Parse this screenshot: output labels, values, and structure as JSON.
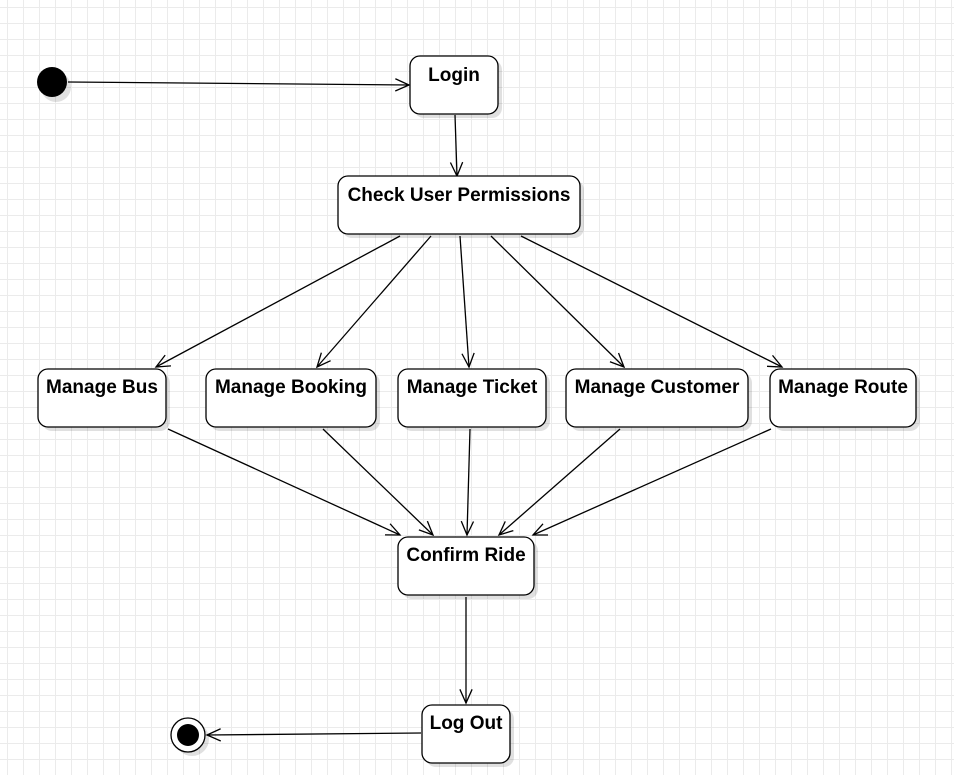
{
  "diagram": {
    "type": "uml-activity",
    "nodes": [
      {
        "id": "login",
        "label": "Login"
      },
      {
        "id": "check",
        "label": "Check User Permissions"
      },
      {
        "id": "bus",
        "label": "Manage Bus"
      },
      {
        "id": "booking",
        "label": "Manage Booking"
      },
      {
        "id": "ticket",
        "label": "Manage Ticket"
      },
      {
        "id": "customer",
        "label": "Manage Customer"
      },
      {
        "id": "route",
        "label": "Manage Route"
      },
      {
        "id": "confirm",
        "label": "Confirm Ride"
      },
      {
        "id": "logout",
        "label": "Log Out"
      }
    ],
    "edges": [
      {
        "from": "start",
        "to": "login"
      },
      {
        "from": "login",
        "to": "check"
      },
      {
        "from": "check",
        "to": "bus"
      },
      {
        "from": "check",
        "to": "booking"
      },
      {
        "from": "check",
        "to": "ticket"
      },
      {
        "from": "check",
        "to": "customer"
      },
      {
        "from": "check",
        "to": "route"
      },
      {
        "from": "bus",
        "to": "confirm"
      },
      {
        "from": "booking",
        "to": "confirm"
      },
      {
        "from": "ticket",
        "to": "confirm"
      },
      {
        "from": "customer",
        "to": "confirm"
      },
      {
        "from": "route",
        "to": "confirm"
      },
      {
        "from": "confirm",
        "to": "logout"
      },
      {
        "from": "logout",
        "to": "end"
      }
    ],
    "colors": {
      "stroke": "#000000",
      "node_fill": "#ffffff",
      "grid": "#ebebeb"
    }
  }
}
